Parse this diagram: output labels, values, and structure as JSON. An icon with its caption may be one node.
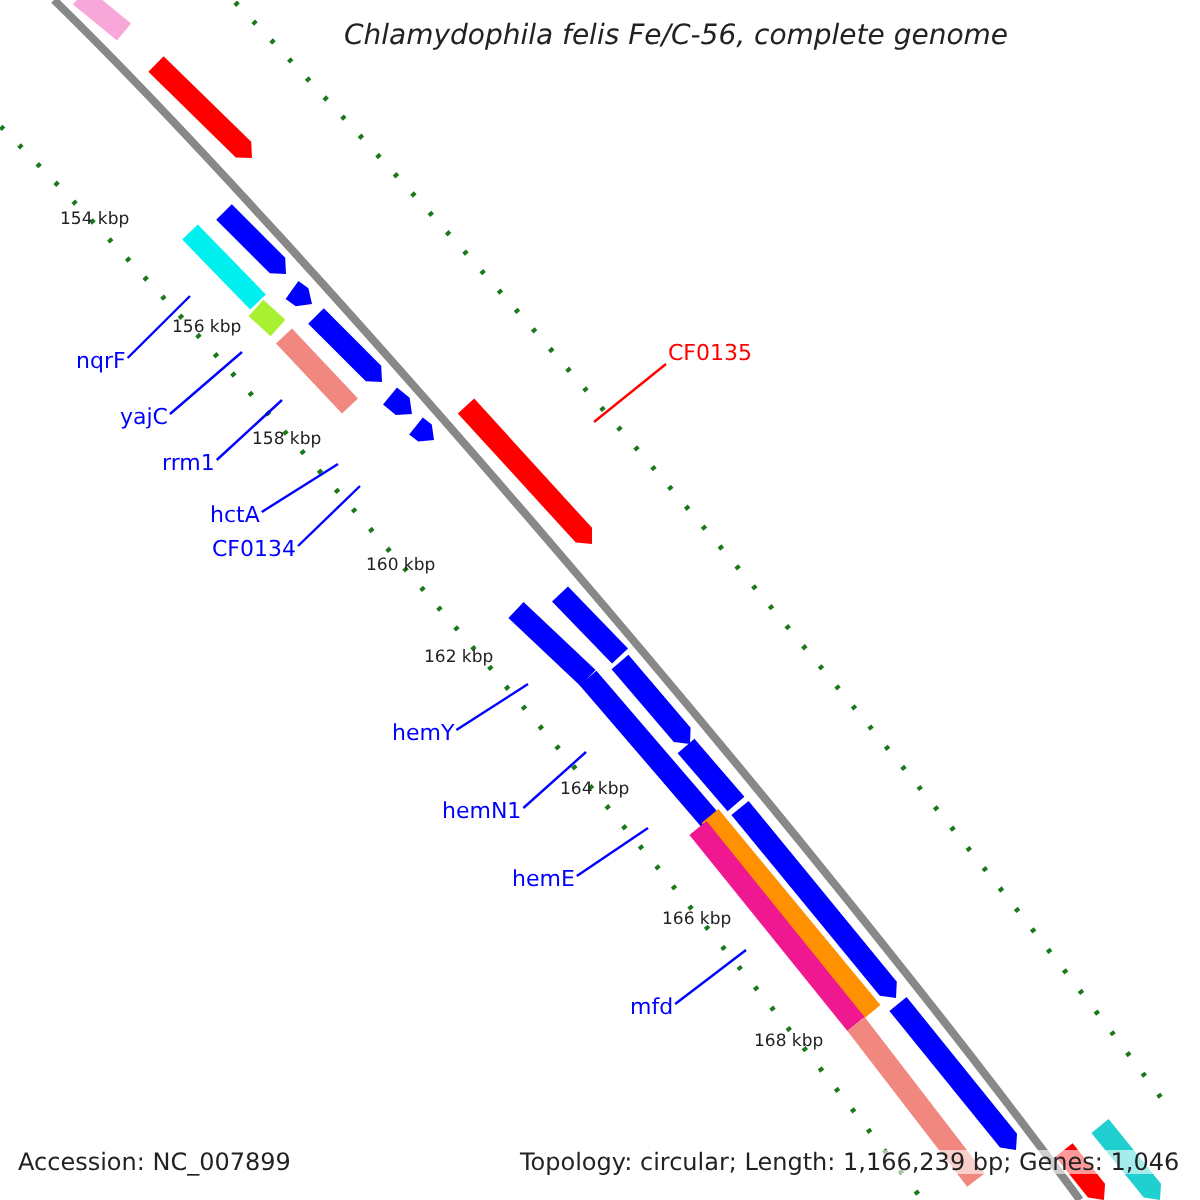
{
  "diagram": {
    "title": "Chlamydophila felis Fe/C-56, complete genome",
    "nodes": [
      {
        "text": [
          "nqrF"
        ]
      },
      {
        "text": [
          "yajC"
        ]
      },
      {
        "text": [
          "rrm1"
        ]
      },
      {
        "text": [
          "hctA"
        ]
      },
      {
        "text": [
          "CF0134"
        ]
      },
      {
        "text": [
          "CF0135"
        ]
      },
      {
        "text": [
          "hemY"
        ]
      },
      {
        "text": [
          "hemN1"
        ]
      },
      {
        "text": [
          "hemE"
        ]
      },
      {
        "text": [
          "mfd"
        ]
      }
    ],
    "edges": [
      {
        "from": 0,
        "to": null,
        "arrow": "none"
      },
      {
        "from": 1,
        "to": null,
        "arrow": "none"
      },
      {
        "from": 2,
        "to": null,
        "arrow": "none"
      },
      {
        "from": 3,
        "to": null,
        "arrow": "none"
      },
      {
        "from": 4,
        "to": null,
        "arrow": "none"
      },
      {
        "from": 5,
        "to": null,
        "arrow": "none",
        "color": "#ff0000"
      },
      {
        "from": 6,
        "to": null,
        "arrow": "none"
      },
      {
        "from": 7,
        "to": null,
        "arrow": "none"
      },
      {
        "from": 8,
        "to": null,
        "arrow": "none"
      },
      {
        "from": 9,
        "to": null,
        "arrow": "none"
      }
    ],
    "labels": [
      "154 kbp",
      "156 kbp",
      "158 kbp",
      "160 kbp",
      "162 kbp",
      "164 kbp",
      "166 kbp",
      "168 kbp",
      "Accession: NC_007899",
      "Topology: circular; Length: 1,166,239 bp; Genes: 1,046"
    ]
  }
}
